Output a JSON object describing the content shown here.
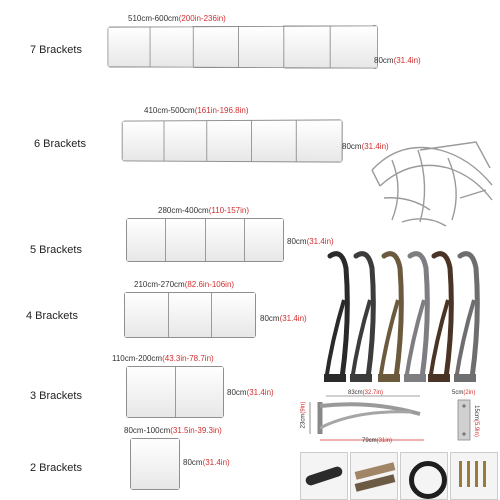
{
  "rows": [
    {
      "brackets": "7 Brackets",
      "width_cm": "510cm-600cm",
      "width_in": "(200in-236in)",
      "depth_cm": "80cm",
      "depth_in": "(31.4in)",
      "panels": 6
    },
    {
      "brackets": "6 Brackets",
      "width_cm": "410cm-500cm",
      "width_in": "(161in-196.8in)",
      "depth_cm": "80cm",
      "depth_in": "(31.4in)",
      "panels": 5
    },
    {
      "brackets": "5 Brackets",
      "width_cm": "280cm-400cm",
      "width_in": "(110-157in)",
      "depth_cm": "80cm",
      "depth_in": "(31.4in)",
      "panels": 4
    },
    {
      "brackets": "4 Brackets",
      "width_cm": "210cm-270cm",
      "width_in": "(82.6in-106in)",
      "depth_cm": "80cm",
      "depth_in": "(31.4in)",
      "panels": 3
    },
    {
      "brackets": "3 Brackets",
      "width_cm": "110cm-200cm",
      "width_in": "(43.3in-78.7in)",
      "depth_cm": "80cm",
      "depth_in": "(31.4in)",
      "panels": 2
    },
    {
      "brackets": "2 Brackets",
      "width_cm": "80cm-100cm",
      "width_in": "(31.5in-39.3in)",
      "depth_cm": "80cm",
      "depth_in": "(31.4in)",
      "panels": 1
    }
  ],
  "bracket_diagram": {
    "length_cm": "83cm",
    "length_in": "(32.7in)",
    "height_cm": "23cm",
    "height_in": "(9in)",
    "span_cm": "79cm",
    "span_in": "(31in)"
  },
  "plate_diagram": {
    "width_cm": "5cm",
    "width_in": "(2in)",
    "height_cm": "15cm",
    "height_in": "(5.9in)"
  },
  "bracket_colors": [
    "#2a2a2a",
    "#3c3c3c",
    "#6b5a3e",
    "#7d7d82",
    "#4a3426",
    "#6e6e70"
  ]
}
